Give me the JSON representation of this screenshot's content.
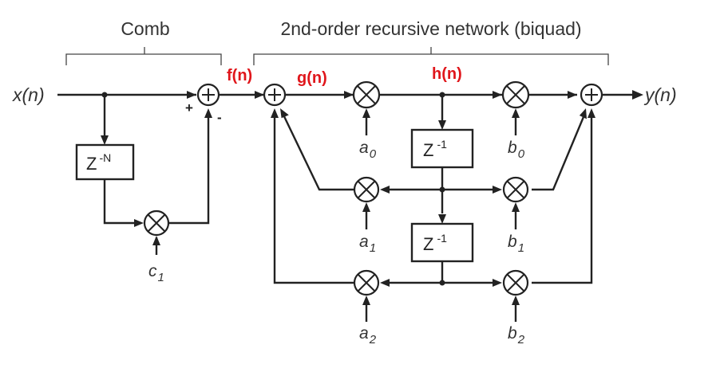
{
  "sections": {
    "comb": "Comb",
    "biquad": "2nd-order recursive network (biquad)"
  },
  "io": {
    "input": "x(n)",
    "output": "y(n)"
  },
  "signals": {
    "f": "f(n)",
    "g": "g(n)",
    "h": "h(n)",
    "color": "#e0161b"
  },
  "delays": {
    "comb": {
      "base": "Z",
      "exponent": "-N"
    },
    "biquad_1": {
      "base": "Z",
      "exponent": "-1"
    },
    "biquad_2": {
      "base": "Z",
      "exponent": "-1"
    }
  },
  "coefficients": {
    "c1": {
      "base": "c",
      "sub": "1"
    },
    "a0": {
      "base": "a",
      "sub": "0"
    },
    "a1": {
      "base": "a",
      "sub": "1"
    },
    "a2": {
      "base": "a",
      "sub": "2"
    },
    "b0": {
      "base": "b",
      "sub": "0"
    },
    "b1": {
      "base": "b",
      "sub": "1"
    },
    "b2": {
      "base": "b",
      "sub": "2"
    }
  },
  "adder_signs": {
    "plus": "+",
    "minus": "-"
  }
}
